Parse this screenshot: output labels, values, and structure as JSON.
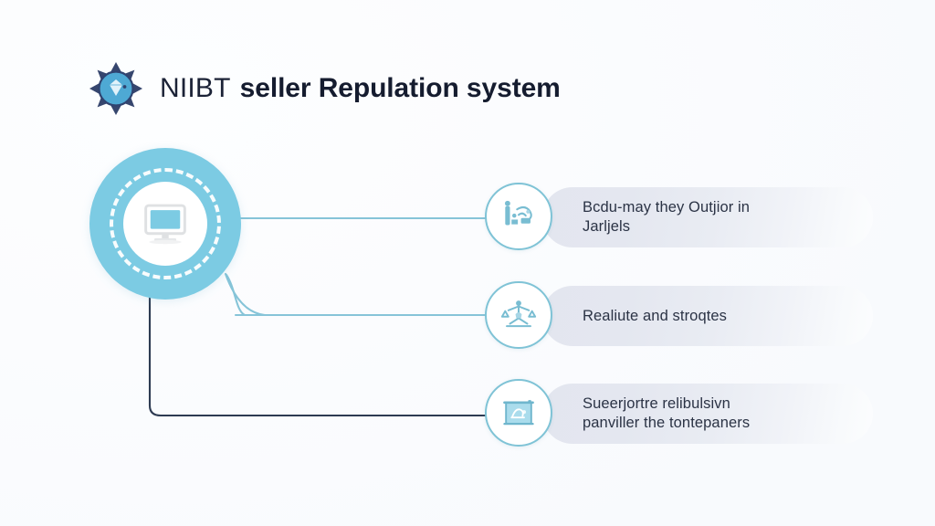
{
  "header": {
    "logo_icon": "gem-badge-starburst-icon",
    "title_light": "NIIBT",
    "title_bold": "seller Repulation system"
  },
  "hub": {
    "icon": "desktop-monitor-icon",
    "label": ""
  },
  "rows": [
    {
      "icon": "person-with-device-icon",
      "text": "Bcdu-may they Outjior in\nJarljels"
    },
    {
      "icon": "balance-scales-figure-icon",
      "text": "Realiute and stroqtes"
    },
    {
      "icon": "container-box-icon",
      "text": "Sueerjortre relibulsivn\npanviller the tontepaners"
    }
  ],
  "colors": {
    "background": "#fbfcfe",
    "hub_fill": "#7ccbe3",
    "badge_stroke": "#7fc3d6",
    "pill_start": "#e3e6ef",
    "pill_end": "#fcfdfe",
    "connector_light": "#86c4d8",
    "connector_dark": "#2d3b52",
    "title_dark": "#151c2f",
    "text_body": "#2b3345",
    "logo_navy": "#36466e",
    "logo_blue": "#4ea9d4"
  },
  "connectors": [
    {
      "from": "hub",
      "to": "row-1",
      "style": "light-straight"
    },
    {
      "from": "hub",
      "to": "row-2",
      "style": "light-elbow"
    },
    {
      "from": "hub",
      "to": "row-3",
      "style": "dark-elbow"
    }
  ]
}
